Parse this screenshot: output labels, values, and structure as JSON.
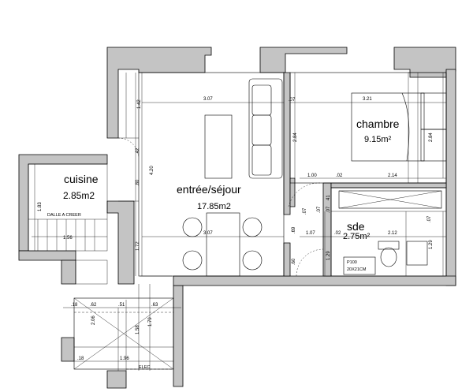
{
  "rooms": {
    "cuisine": {
      "name": "cuisine",
      "area": "2.85m2"
    },
    "sejour": {
      "name": "entrée/séjour",
      "area": "17.85m2"
    },
    "chambre": {
      "name": "chambre",
      "area": "9.15m²"
    },
    "sde": {
      "name": "sde",
      "area": "2.75m²"
    }
  },
  "notes": {
    "dalle": "DALLE A CREER",
    "p100_a": "P100",
    "p100_b": "20X21CM",
    "elec": "ELEC"
  },
  "dimensions": {
    "d307_top": "3.07",
    "d07_top": ".07",
    "d321": "3.21",
    "d142": "1.42",
    "d284_a": "2.84",
    "d284_b": "2.84",
    "d420": "4.20",
    "d42_a": ".42",
    "d80": ".80",
    "d183": "1.83",
    "d100": "1.00",
    "d02_a": ".02",
    "d214": "2.14",
    "d07_b": ".07",
    "d41": "41",
    "d07_c": ".07",
    "d07_d": ".07",
    "d156": "1.56",
    "d172": "1.72",
    "d307_mid": "3.07",
    "d69": ".69",
    "d107": "1.07",
    "d02_b": ".02",
    "d212": "2.12",
    "d07_e": ".07",
    "d60": ".60",
    "d129_a": "1.29",
    "d129_b": "1.29",
    "d18_a": ".18",
    "d62": ".62",
    "d51": ".51",
    "d63": ".63",
    "d206": "2.06",
    "d158": "1.58",
    "d179": "1.79",
    "d18_b": ".18",
    "d196": "1.96"
  }
}
